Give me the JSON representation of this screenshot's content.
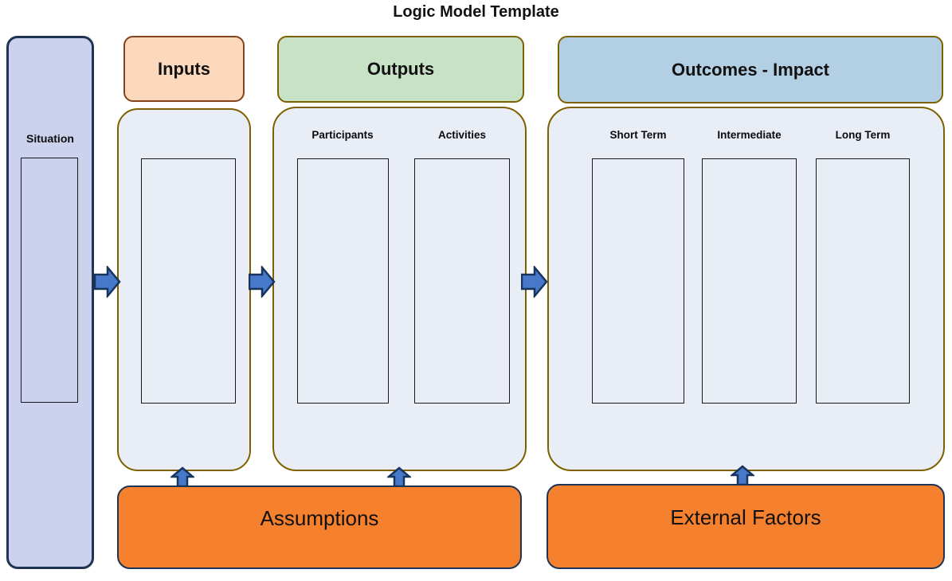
{
  "title": "Logic Model Template",
  "situation": {
    "label": "Situation"
  },
  "inputs": {
    "header": "Inputs"
  },
  "outputs": {
    "header": "Outputs",
    "labels": [
      "Participants",
      "Activities"
    ]
  },
  "outcomes": {
    "header": "Outcomes - Impact",
    "labels": [
      "Short Term",
      "Intermediate",
      "Long Term"
    ]
  },
  "bottom": {
    "assumptions": "Assumptions",
    "external_factors": "External Factors"
  },
  "colors": {
    "situation_fill": "#ccd1ee",
    "situation_border": "#1f3455",
    "inputs_fill": "#fcd9bd",
    "inputs_border": "#84421a",
    "outputs_fill": "#c8e2c6",
    "outcomes_fill": "#b3cfe4",
    "container_fill": "#e9edf6",
    "container_border": "#7f6000",
    "orange_fill": "#f5802e",
    "navy_border": "#1f3455",
    "arrow_fill": "#4878ca",
    "arrow_border": "#17345c"
  }
}
